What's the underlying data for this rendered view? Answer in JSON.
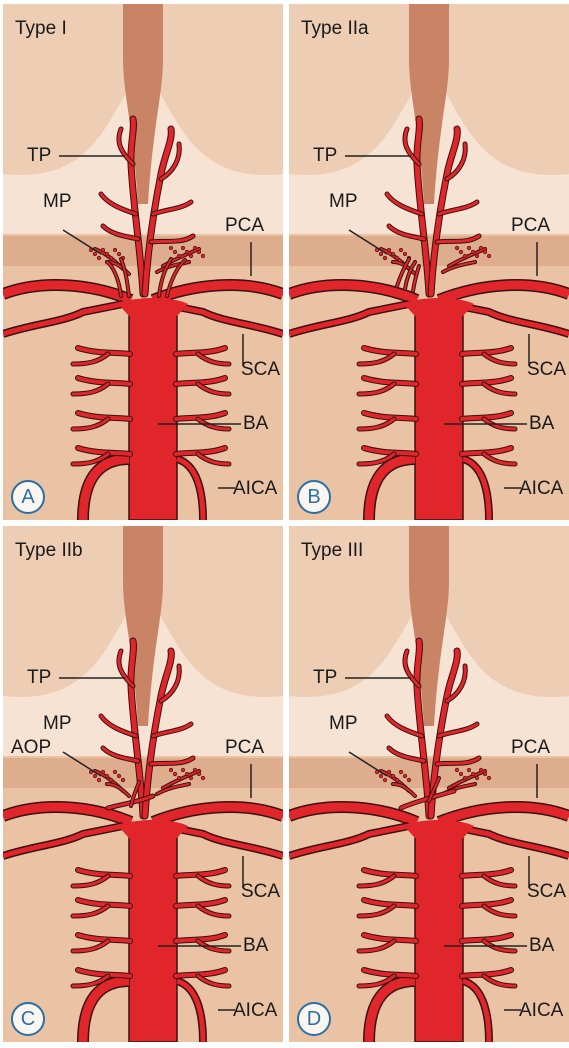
{
  "panels": [
    {
      "id": "A",
      "title": "Type I",
      "letter": "A",
      "variant": "I"
    },
    {
      "id": "B",
      "title": "Type IIa",
      "letter": "B",
      "variant": "IIa"
    },
    {
      "id": "C",
      "title": "Type IIb",
      "letter": "C",
      "variant": "IIb"
    },
    {
      "id": "D",
      "title": "Type III",
      "letter": "D",
      "variant": "III"
    }
  ],
  "labels": {
    "tp": "TP",
    "mp": "MP",
    "aop": "AOP",
    "pca": "PCA",
    "sca": "SCA",
    "ba": "BA",
    "aica": "AICA"
  },
  "colors": {
    "artery": "#e0262a",
    "outline": "#3a1010",
    "tissue_light": "#f2d6c0",
    "tissue_mid": "#e9c3a4",
    "tissue_dark": "#c98466",
    "thalamus": "#edcdb4",
    "background_light": "#f6e3d3"
  }
}
